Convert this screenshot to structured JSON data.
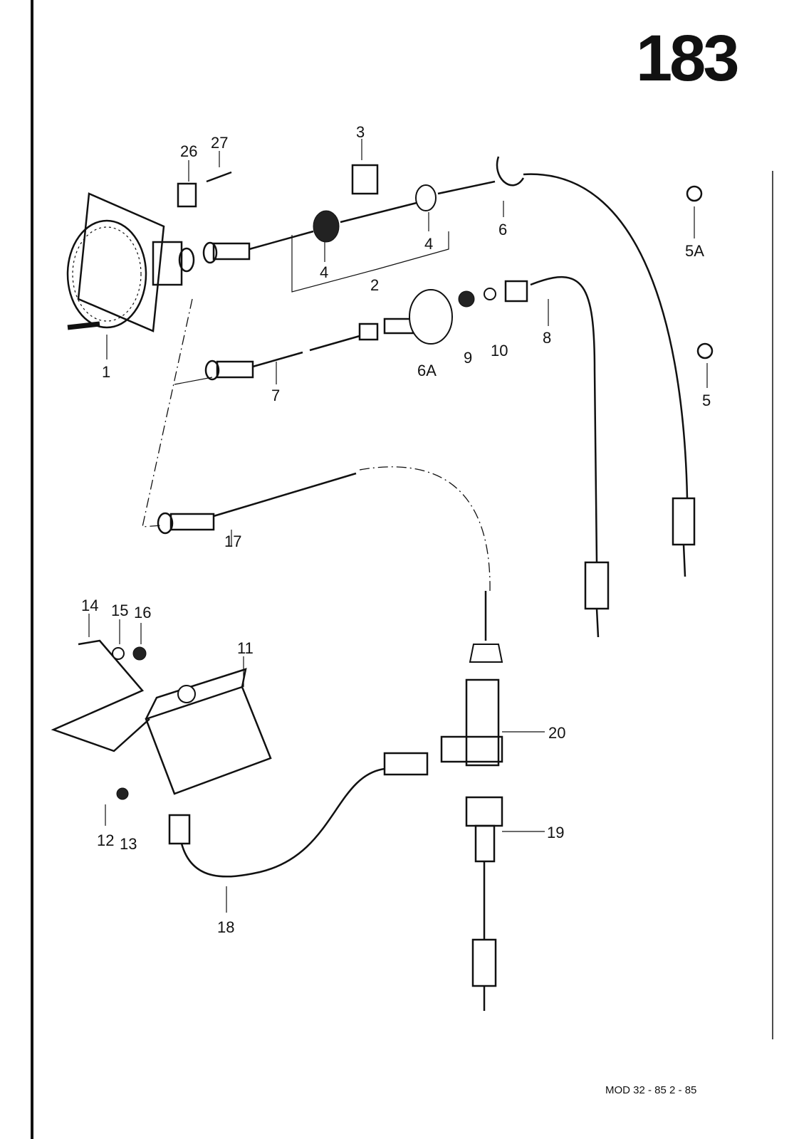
{
  "page_number": "183",
  "footer": "MOD 32 - 85   2 - 85",
  "callouts": [
    "1",
    "2",
    "3",
    "4",
    "4",
    "5",
    "5A",
    "6",
    "6A",
    "7",
    "8",
    "9",
    "10",
    "11",
    "12",
    "13",
    "14",
    "15",
    "16",
    "17",
    "18",
    "19",
    "20",
    "26",
    "27"
  ]
}
